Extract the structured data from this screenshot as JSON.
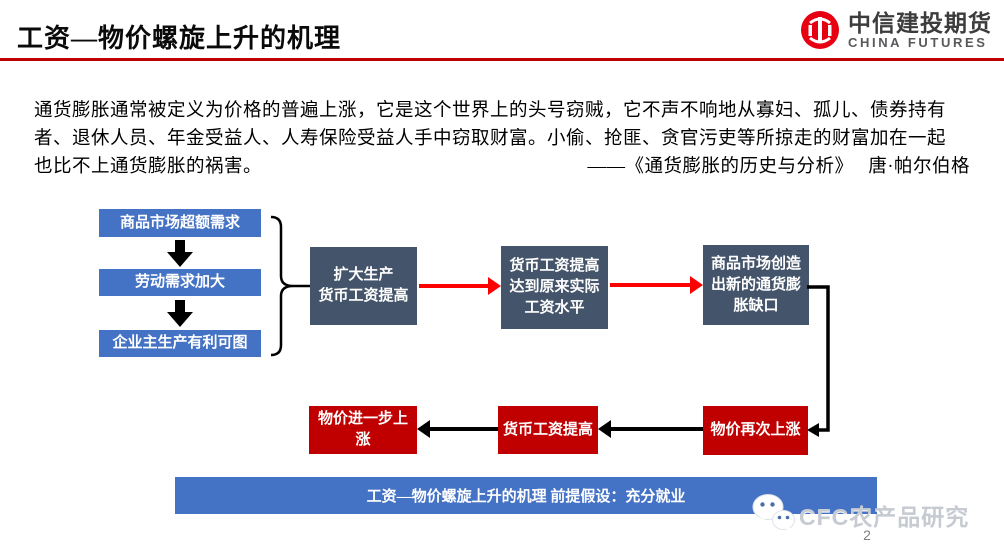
{
  "header": {
    "title": "工资—物价螺旋上升的机理",
    "brand_cn": "中信建投期货",
    "brand_en": "CHINA FUTURES"
  },
  "quote": {
    "line1": "通货膨胀通常被定义为价格的普遍上涨，它是这个世界上的头号窃贼，它不声不响地从寡妇、孤儿、债券持有",
    "line2": "者、退休人员、年金受益人、人寿保险受益人手中窃取财富。小偷、抢匪、贪官污吏等所掠走的财富加在一起",
    "line3_left": "也比不上通货膨胀的祸害。",
    "attribution": "——《通货膨胀的历史与分析》　 唐·帕尔伯格"
  },
  "flowchart": {
    "causes": [
      "商品市场超额需求",
      "劳动需求加大",
      "企业主生产有利可图"
    ],
    "process": [
      "扩大生产\n货币工资提高",
      "货币工资提高\n达到原来实际\n工资水平",
      "商品市场创造\n出新的通货膨\n胀缺口"
    ],
    "spiral": [
      "物价进一步上\n涨",
      "货币工资提高",
      "物价再次上涨"
    ],
    "banner": "工资—物价螺旋上升的机理 前提假设：充分就业"
  },
  "footer": {
    "wechat_label": "CFC农产品研究",
    "page_number": "2"
  },
  "colors": {
    "cause_blue": "#4472C4",
    "process_gray": "#44546A",
    "spiral_red": "#C00000",
    "arrow_red": "#FF0000",
    "banner_blue": "#4472C4",
    "rule_red": "#C00000",
    "logo_red": "#E60012"
  }
}
